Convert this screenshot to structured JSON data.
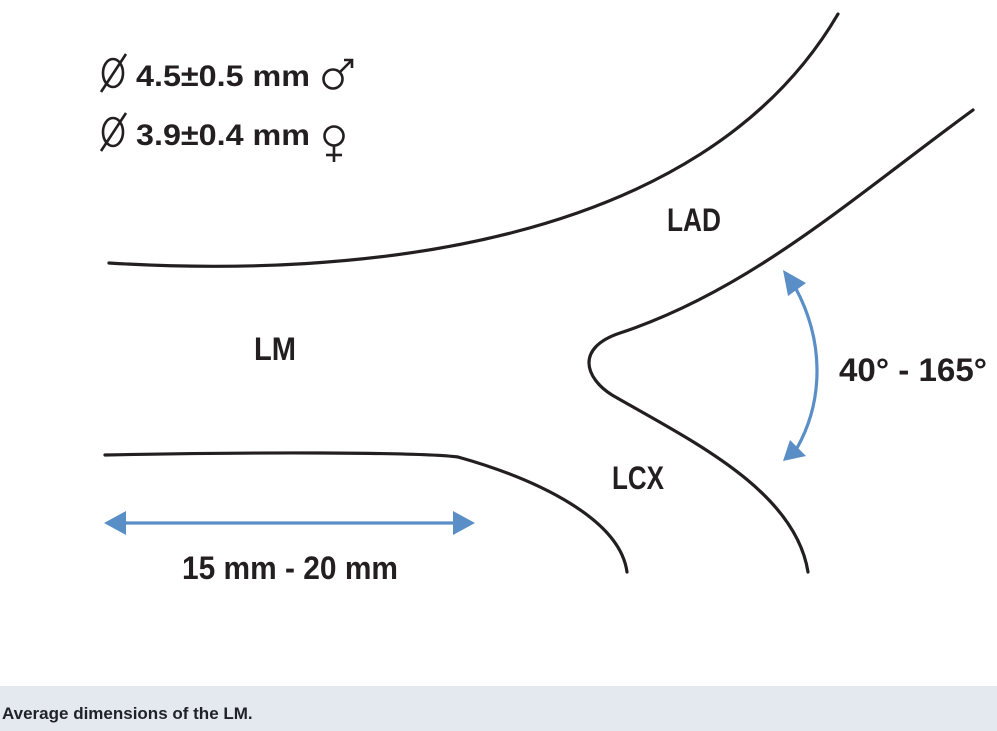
{
  "diagram": {
    "diameter_male": "4.5±0.5 mm",
    "diameter_female": "3.9±0.4 mm",
    "label_lm": "LM",
    "label_lad": "LAD",
    "label_lcx": "LCX",
    "angle_text": "40° - 165°",
    "length_text": "15 mm - 20 mm",
    "colors": {
      "vessel_line": "#231f20",
      "arrow": "#5a8ec6"
    }
  },
  "caption": {
    "text": "Average dimensions of the LM."
  }
}
